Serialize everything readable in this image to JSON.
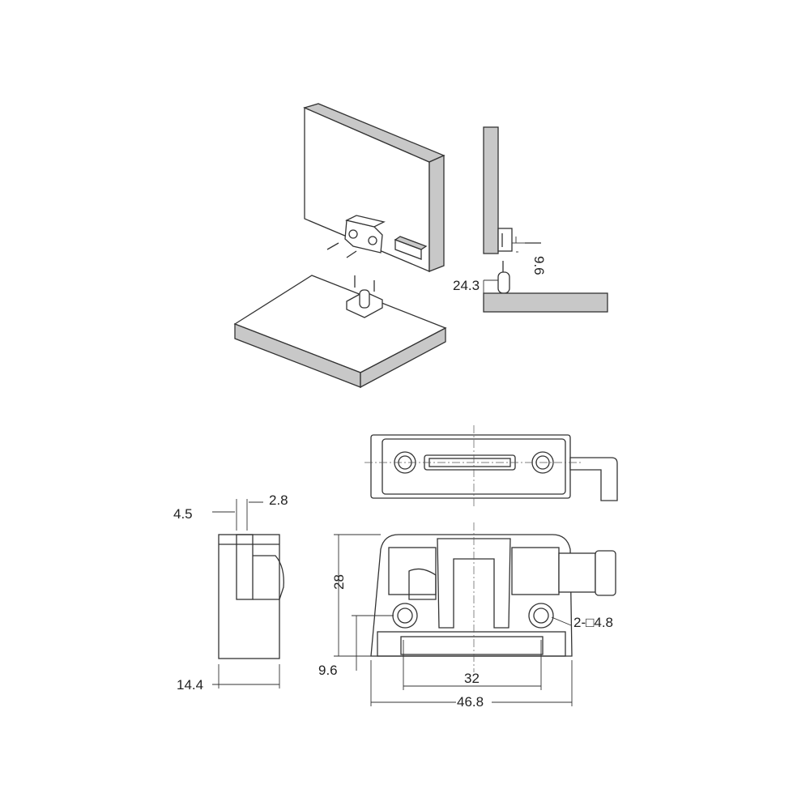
{
  "dimensions": {
    "side_install_height": "24.3",
    "side_install_offset": "9.6",
    "side_view_top_left": "4.5",
    "side_view_top_right": "2.8",
    "side_view_width": "14.4",
    "front_height": "28",
    "front_hole_height": "9.6",
    "hole_spacing": "32",
    "overall_width": "46.8",
    "holes": "2-□4.8"
  }
}
